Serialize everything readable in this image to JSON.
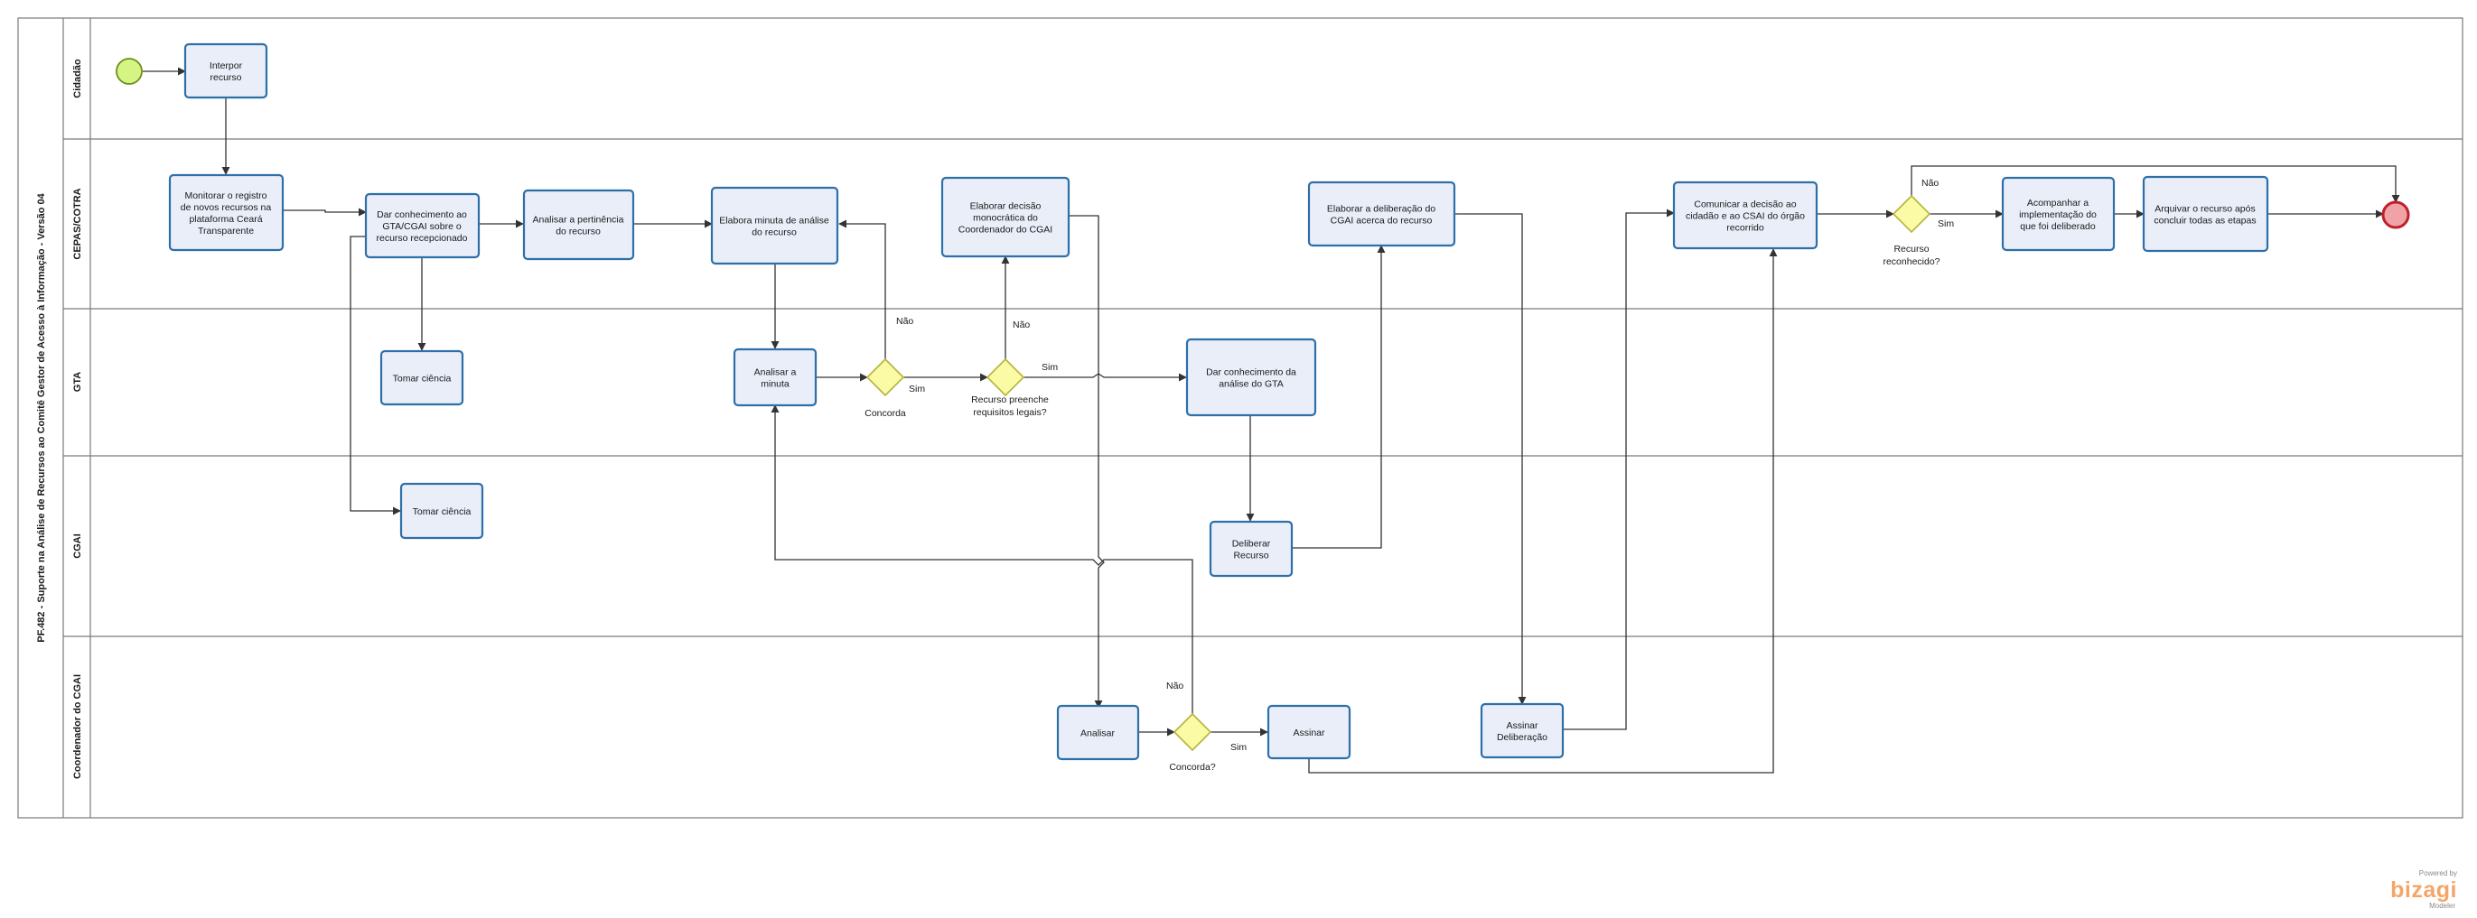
{
  "pool": {
    "title": "PF.482 - Suporte na Análise de Recursos ao Comitê Gestor de Acesso à Informação - Versão 04"
  },
  "lanes": [
    "Cidadão",
    "CEPAS/COTRA",
    "GTA",
    "CGAI",
    "Coordenador do CGAI"
  ],
  "tasks": {
    "interpor": [
      "Interpor",
      "recurso"
    ],
    "monitorar": [
      "Monitorar o registro",
      "de novos recursos na",
      "plataforma Ceará",
      "Transparente"
    ],
    "dar_conhecimento_cgai": [
      "Dar conhecimento ao",
      "GTA/CGAI sobre o",
      "recurso recepcionado"
    ],
    "analisar_pertinencia": [
      "Analisar a pertinência",
      "do recurso"
    ],
    "elabora_minuta": [
      "Elabora minuta de análise",
      "do recurso"
    ],
    "elaborar_decisao": [
      "Elaborar decisão",
      "monocrática do",
      "Coordenador do CGAI"
    ],
    "elaborar_deliberacao": [
      "Elaborar a deliberação do",
      "CGAI acerca do recurso"
    ],
    "comunicar": [
      "Comunicar a decisão ao",
      "cidadão e ao CSAI do órgão",
      "recorrido"
    ],
    "acompanhar": [
      "Acompanhar a",
      "implementação do",
      "que foi deliberado"
    ],
    "arquivar": [
      "Arquivar o recurso após",
      "concluir todas as etapas"
    ],
    "tomar_ciencia_gta": [
      "Tomar ciência"
    ],
    "analisar_minuta": [
      "Analisar a",
      "minuta"
    ],
    "dar_conhecimento_gta": [
      "Dar conhecimento da",
      "análise do GTA"
    ],
    "tomar_ciencia_cgai": [
      "Tomar ciência"
    ],
    "deliberar": [
      "Deliberar",
      "Recurso"
    ],
    "analisar": [
      "Analisar"
    ],
    "assinar": [
      "Assinar"
    ],
    "assinar_deliberacao": [
      "Assinar",
      "Deliberação"
    ]
  },
  "gateways": {
    "concorda": [
      "Concorda"
    ],
    "requisitos": [
      "Recurso preenche",
      "requisitos legais?"
    ],
    "reconhecido": [
      "Recurso",
      "reconhecido?"
    ],
    "concorda_q": [
      "Concorda?"
    ]
  },
  "flow_labels": {
    "nao": "Não",
    "sim": "Sim"
  },
  "branding": {
    "powered": "Powered by",
    "brand": "bizagi",
    "product": "Modeler"
  },
  "colors": {
    "task_fill": "#e9eef9",
    "task_stroke": "#2e6fa8",
    "start_fill": "#d6f483",
    "start_stroke": "#6a8f1a",
    "end_fill": "#f0a3a6",
    "end_stroke": "#c0202c",
    "gateway_fill": "#fbfba6",
    "gateway_stroke": "#b4b43c"
  }
}
